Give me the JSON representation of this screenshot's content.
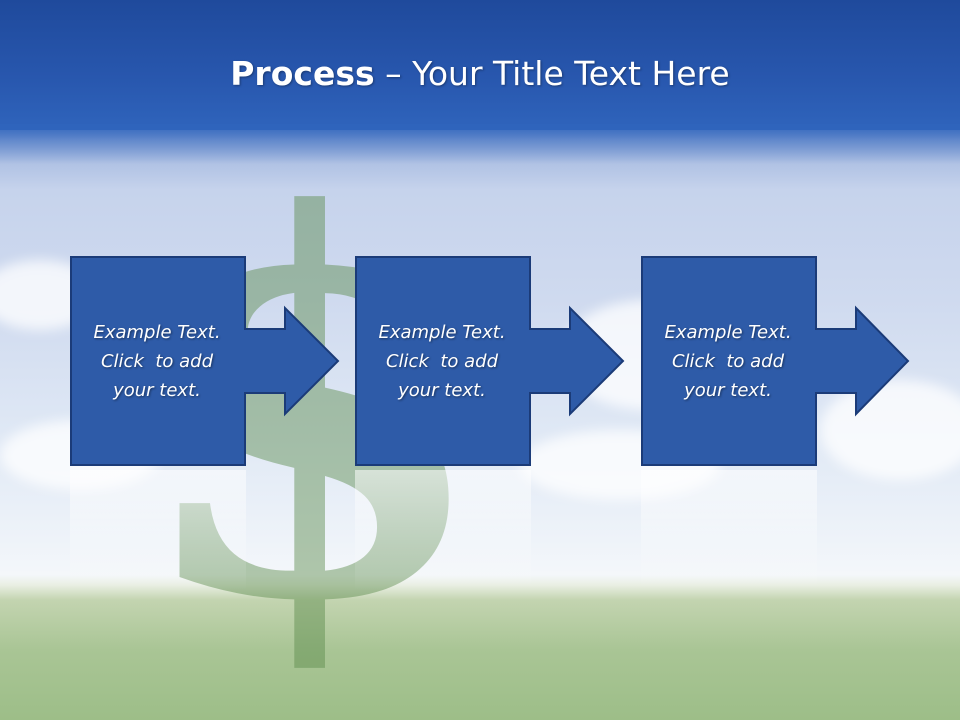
{
  "title": {
    "bold": "Process",
    "rest": " – Your Title Text Here"
  },
  "steps": [
    {
      "line1": "Example Text.",
      "line2": "Click  to add",
      "line3": "your text."
    },
    {
      "line1": "Example Text.",
      "line2": "Click  to add",
      "line3": "your text."
    },
    {
      "line1": "Example Text.",
      "line2": "Click  to add",
      "line3": "your text."
    }
  ],
  "colors": {
    "box_fill": "#2e5ba8",
    "box_border": "#1b3b78",
    "header": "#2857ae"
  },
  "background_icon": "dollar-sign-icon"
}
